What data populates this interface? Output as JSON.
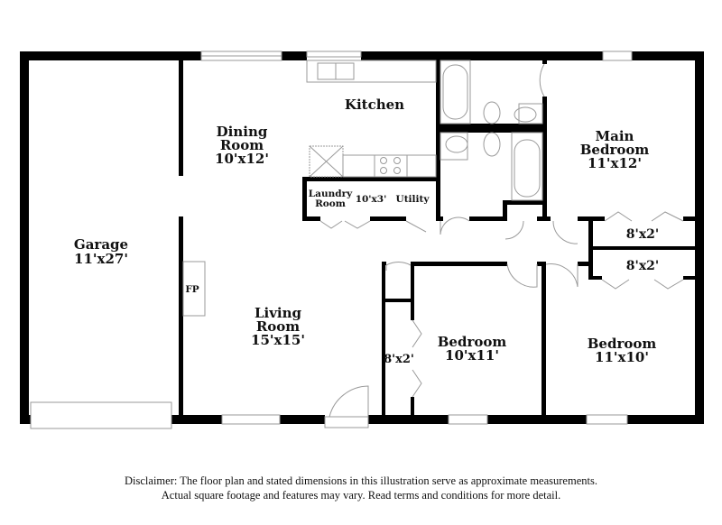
{
  "rooms": {
    "garage": {
      "name": "Garage",
      "dims": "11'x27'"
    },
    "dining": {
      "name1": "Dining",
      "name2": "Room",
      "dims": "10'x12'"
    },
    "kitchen": {
      "name": "Kitchen"
    },
    "laundry": {
      "name1": "Laundry",
      "name2": "Room",
      "dims": "10'x3'",
      "utility": "Utility"
    },
    "living": {
      "name1": "Living",
      "name2": "Room",
      "dims": "15'x15'"
    },
    "fireplace": {
      "name": "FP"
    },
    "main_bedroom": {
      "name1": "Main",
      "name2": "Bedroom",
      "dims": "11'x12'"
    },
    "closet_upper": {
      "dims": "8'x2'"
    },
    "closet_lower": {
      "dims": "8'x2'"
    },
    "closet_left": {
      "dims": "8'x2'"
    },
    "bedroom_center": {
      "name": "Bedroom",
      "dims": "10'x11'"
    },
    "bedroom_right": {
      "name": "Bedroom",
      "dims": "11'x10'"
    }
  },
  "disclaimer": {
    "line1": "Disclaimer: The floor plan and stated dimensions in this illustration serve as approximate measurements.",
    "line2": "Actual square footage and features may vary. Read terms and conditions for more detail."
  },
  "colors": {
    "wall": "#000000",
    "fixture": "#9a9a9a"
  }
}
